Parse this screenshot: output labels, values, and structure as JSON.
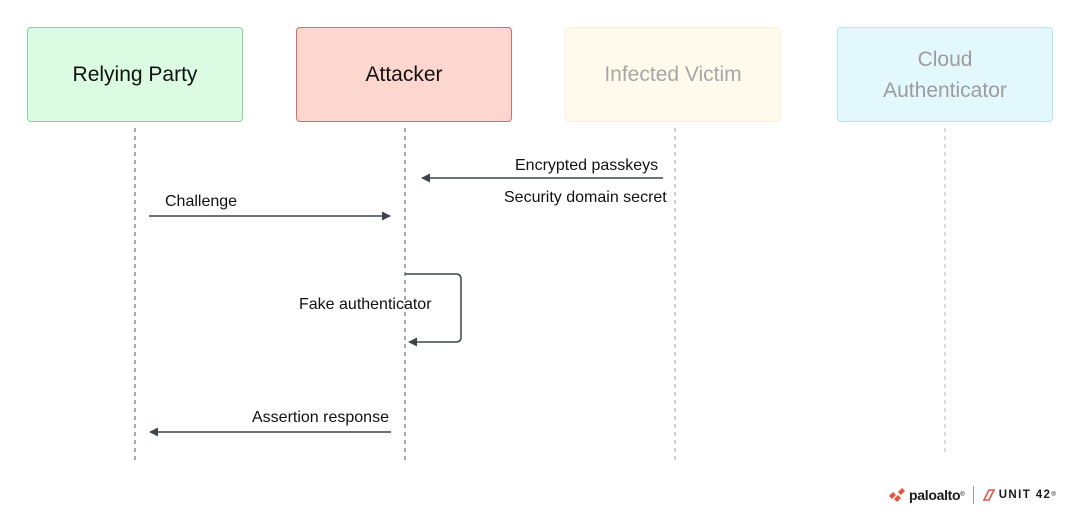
{
  "participants": {
    "relying_party": "Relying Party",
    "attacker": "Attacker",
    "infected_victim": "Infected Victim",
    "cloud_authenticator_line1": "Cloud",
    "cloud_authenticator_line2": "Authenticator"
  },
  "messages": {
    "encrypted_passkeys": "Encrypted passkeys",
    "security_domain_secret": "Security domain secret",
    "challenge": "Challenge",
    "fake_authenticator": "Fake authenticator",
    "assertion_response": "Assertion response"
  },
  "branding": {
    "paloalto": "paloalto",
    "unit42": "UNIT 42"
  },
  "colors": {
    "relying_party_fill": "#dcfbe3",
    "attacker_fill": "#fdd6cf",
    "infected_victim_fill": "#fffaec",
    "cloud_authenticator_fill": "#e3f8fc",
    "arrow": "#3c434a",
    "brand_orange": "#e8533c"
  }
}
